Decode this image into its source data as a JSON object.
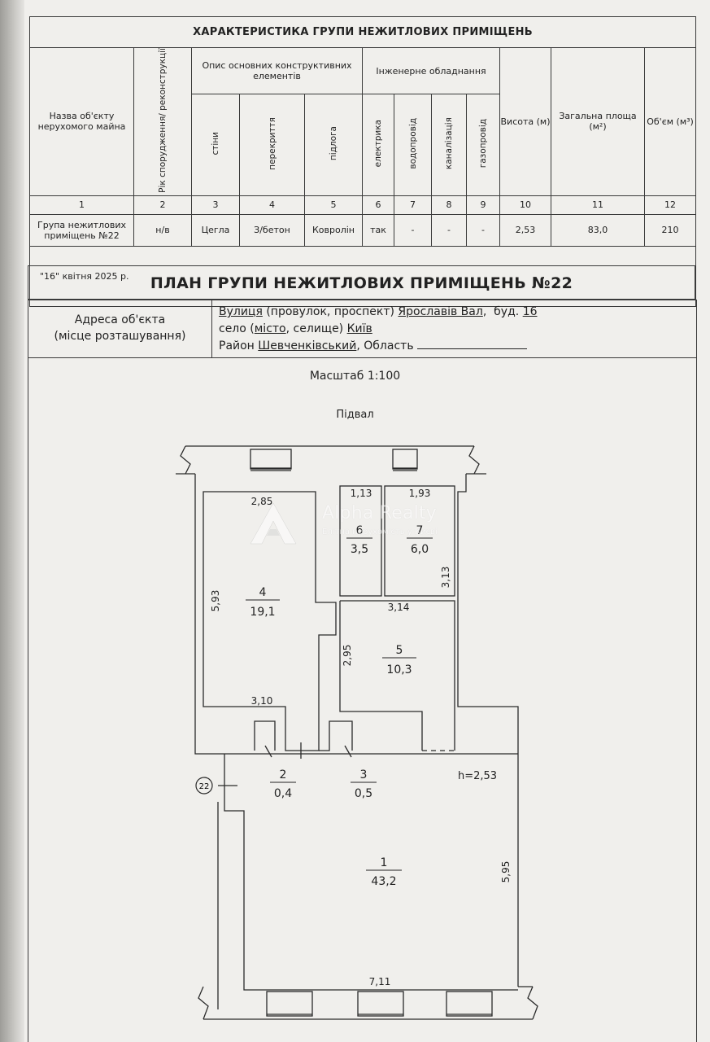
{
  "characteristics": {
    "title": "ХАРАКТЕРИСТИКА ГРУПИ НЕЖИТЛОВИХ ПРИМІЩЕНЬ",
    "headers": {
      "name": "Назва об'єкту нерухомого майна",
      "year": "Рік спорудження/ реконструкції",
      "construct_group": "Опис основних конструктивних елементів",
      "walls": "стіни",
      "floors_slab": "перекриття",
      "floor": "підлога",
      "engineering_group": "Інженерне обладнання",
      "electric": "електрика",
      "water": "водопровід",
      "sewer": "каналізація",
      "gas": "газопровід",
      "height": "Висота (м)",
      "total_area": "Загальна площа (м²)",
      "volume": "Об'єм (м³)"
    },
    "column_numbers": [
      "1",
      "2",
      "3",
      "4",
      "5",
      "6",
      "7",
      "8",
      "9",
      "10",
      "11",
      "12"
    ],
    "row": {
      "name": "Група нежитлових приміщень №22",
      "year": "н/в",
      "walls": "Цегла",
      "floors_slab": "З/бетон",
      "floor": "Ковролін",
      "electric": "так",
      "water": "-",
      "sewer": "-",
      "gas": "-",
      "height": "2,53",
      "total_area": "83,0",
      "volume": "210"
    },
    "date": "\"16\" квітня 2025 р."
  },
  "plan": {
    "title": "ПЛАН ГРУПИ НЕЖИТЛОВИХ ПРИМІЩЕНЬ №22",
    "address_label_1": "Адреса об'єкта",
    "address_label_2": "(місце розташування)",
    "street_type": "Вулиця",
    "street_rest": "(провулок, проспект)",
    "street_name": "Ярославів Вал",
    "building_label": "буд.",
    "building_number": "16",
    "settlement_pre": "село (",
    "settlement_city": "місто",
    "settlement_post": ", селище)",
    "city": "Київ",
    "district_label": "Район",
    "district": "Шевченківський",
    "region_label": "Область",
    "scale": "Масштаб 1:100",
    "floor_label": "Підвал",
    "group_marker": "22",
    "height_note": "h=2,53",
    "rooms": [
      {
        "id": "room-1",
        "number": "1",
        "area": "43,2"
      },
      {
        "id": "room-2",
        "number": "2",
        "area": "0,4"
      },
      {
        "id": "room-3",
        "number": "3",
        "area": "0,5"
      },
      {
        "id": "room-4",
        "number": "4",
        "area": "19,1"
      },
      {
        "id": "room-5",
        "number": "5",
        "area": "10,3"
      },
      {
        "id": "room-6",
        "number": "6",
        "area": "3,5"
      },
      {
        "id": "room-7",
        "number": "7",
        "area": "6,0"
      }
    ],
    "dimensions": {
      "r4_top": "2,85",
      "r4_side": "5,93",
      "r4_bottom": "3,10",
      "r6_top": "1,13",
      "r7_top": "1,93",
      "r7_side": "3,13",
      "r5_top": "3,14",
      "r5_side": "2,95",
      "r1_side": "5,95",
      "r1_bottom": "7,11"
    }
  },
  "watermark": {
    "name": "Alpha Realty",
    "tagline": "Елітна нерухомість у Києві"
  }
}
